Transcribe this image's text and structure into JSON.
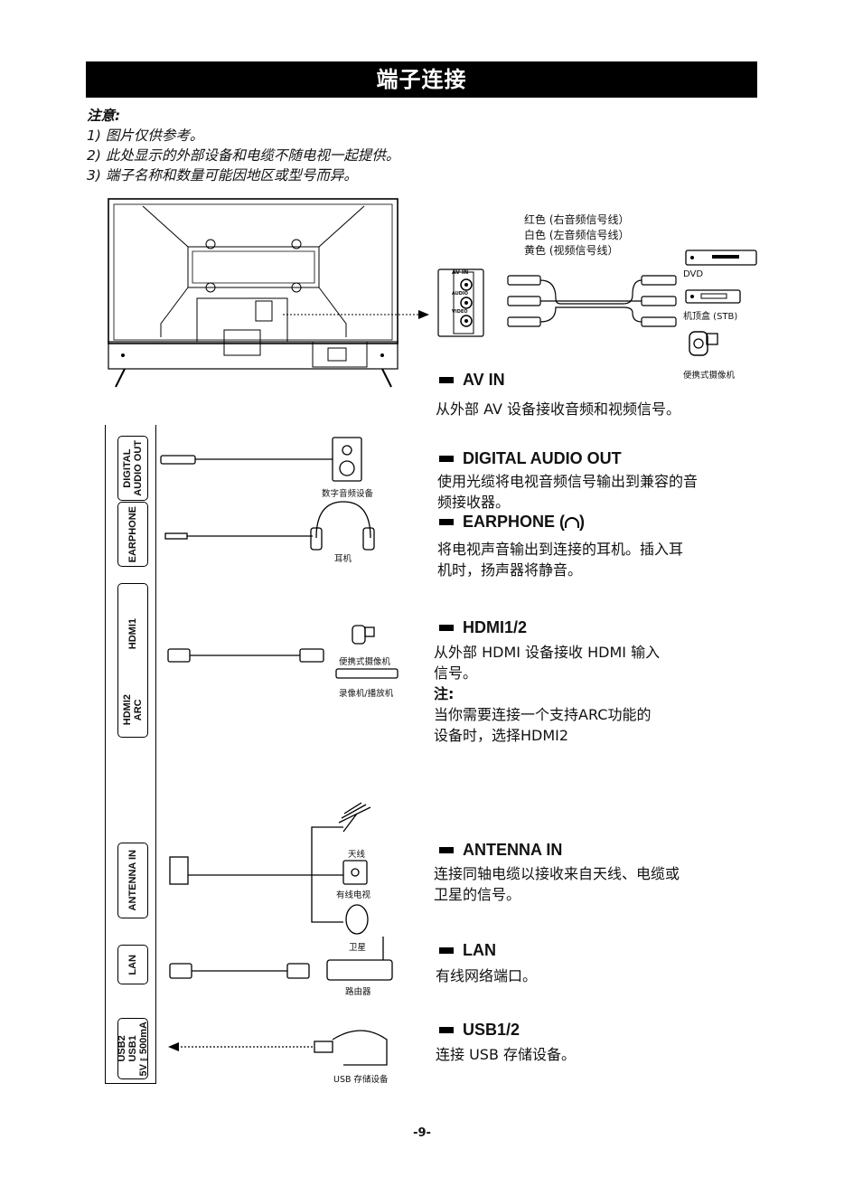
{
  "title": "端子连接",
  "notes": {
    "heading": "注意:",
    "items": [
      "1) 图片仅供参考。",
      "2) 此处显示的外部设备和电缆不随电视一起提供。",
      "3) 端子名称和数量可能因地区或型号而异。"
    ]
  },
  "av_panel": {
    "cable_colors": [
      "红色 (右音频信号线）",
      "白色 (左音频信号线）",
      "黄色 (视频信号线）"
    ],
    "jack_labels": [
      "AV IN",
      "AUDIO",
      "VIDEO"
    ],
    "devices": [
      "DVD",
      "机顶盒 (STB)",
      "便携式摄像机"
    ]
  },
  "sections": {
    "av_in": {
      "title": "AV IN",
      "body": "从外部 AV 设备接收音频和视频信号。"
    },
    "digital_audio_out": {
      "title": "DIGITAL AUDIO OUT",
      "body": [
        "使用光缆将电视音频信号输出到兼容的音",
        "频接收器。"
      ]
    },
    "earphone": {
      "title": "EARPHONE (",
      "body": [
        "将电视声音输出到连接的耳机。插入耳",
        "机时，扬声器将静音。"
      ]
    },
    "hdmi": {
      "title": "HDMI1/2",
      "body": [
        "从外部 HDMI 设备接收 HDMI 输入",
        "信号。"
      ],
      "note_head": "注:",
      "note_body": [
        "当你需要连接一个支持ARC功能的",
        "设备时，选择HDMI2"
      ]
    },
    "antenna": {
      "title": "ANTENNA IN",
      "body": [
        "连接同轴电缆以接收来自天线、电缆或",
        "卫星的信号。"
      ]
    },
    "lan": {
      "title": "LAN",
      "body": "有线网络端口。"
    },
    "usb": {
      "title": "USB1/2",
      "body": "连接 USB 存储设备。"
    }
  },
  "ports": {
    "digital": "DIGITAL\nAUDIO OUT",
    "earphone": "EARPHONE",
    "hdmi1": "HDMI1",
    "hdmi2": "HDMI2\nARC",
    "antenna": "ANTENNA IN",
    "lan": "LAN",
    "usb": "USB2\nUSB1\n5V⎓500mA"
  },
  "device_labels": {
    "digital_audio": "数字音频设备",
    "earphone": "耳机",
    "camcorder": "便携式摄像机",
    "recorder": "录像机/播放机",
    "antenna": "天线",
    "cable_tv": "有线电视",
    "satellite": "卫星",
    "router": "路由器",
    "usb_storage": "USB 存储设备"
  },
  "page_number": "-9-"
}
